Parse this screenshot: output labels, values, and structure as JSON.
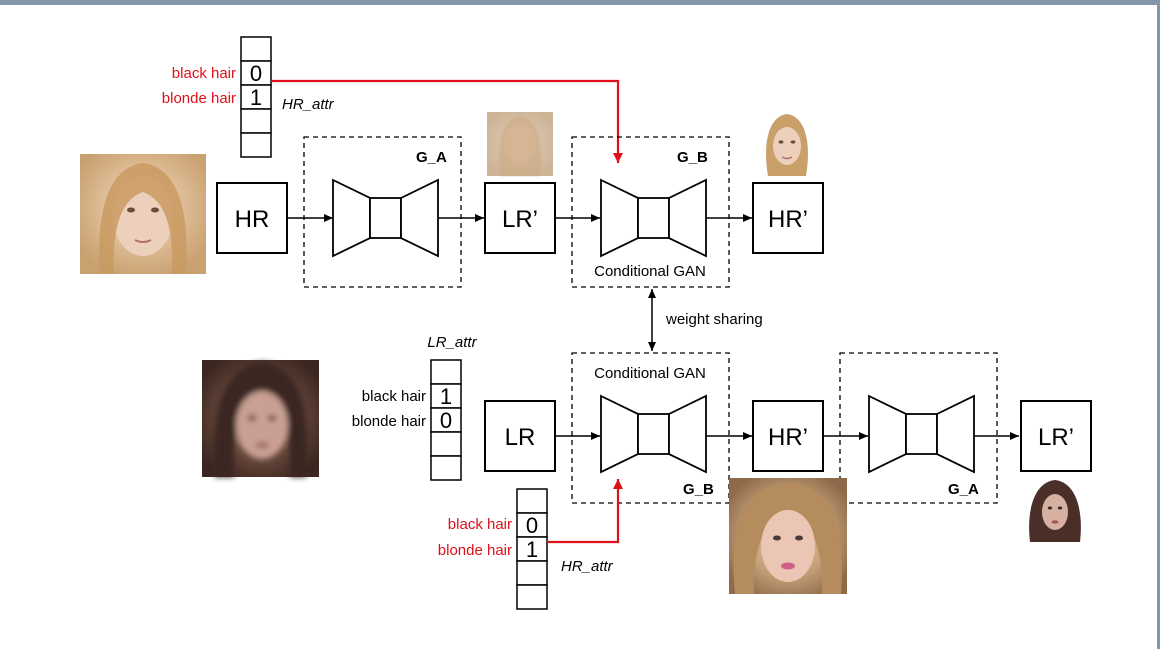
{
  "diagram": {
    "top_row": {
      "hr_label": "HR",
      "lr_prime_label": "LR’",
      "hr_prime_label": "HR’",
      "ga_label": "G_A",
      "gb_label": "G_B",
      "cgan_label": "Conditional GAN",
      "attr": {
        "black_label": "black hair",
        "blonde_label": "blonde hair",
        "black_value": "0",
        "blonde_value": "1",
        "name": "HR_attr"
      }
    },
    "bottom_row": {
      "lr_label": "LR",
      "hr_prime_label": "HR’",
      "lr_prime_label": "LR’",
      "ga_label": "G_A",
      "gb_label": "G_B",
      "cgan_label": "Conditional GAN",
      "lr_attr": {
        "name": "LR_attr",
        "black_label": "black hair",
        "blonde_label": "blonde hair",
        "black_value": "1",
        "blonde_value": "0"
      },
      "hr_attr": {
        "name": "HR_attr",
        "black_label": "black hair",
        "blonde_label": "blonde hair",
        "black_value": "0",
        "blonde_value": "1"
      }
    },
    "weight_sharing_label": "weight sharing",
    "colors": {
      "red": "#e0101a",
      "frame": "#8497a8",
      "blonde_hair": "#d8b888",
      "dark_hair": "#4a3026",
      "skin": "#e6c3a8"
    },
    "image_icons": [
      "blonde-face-photo",
      "blurred-blonde-face-photo",
      "small-blonde-face-photo",
      "blurred-dark-hair-face-photo",
      "curly-blonde-face-photo",
      "small-dark-hair-face-photo"
    ]
  }
}
